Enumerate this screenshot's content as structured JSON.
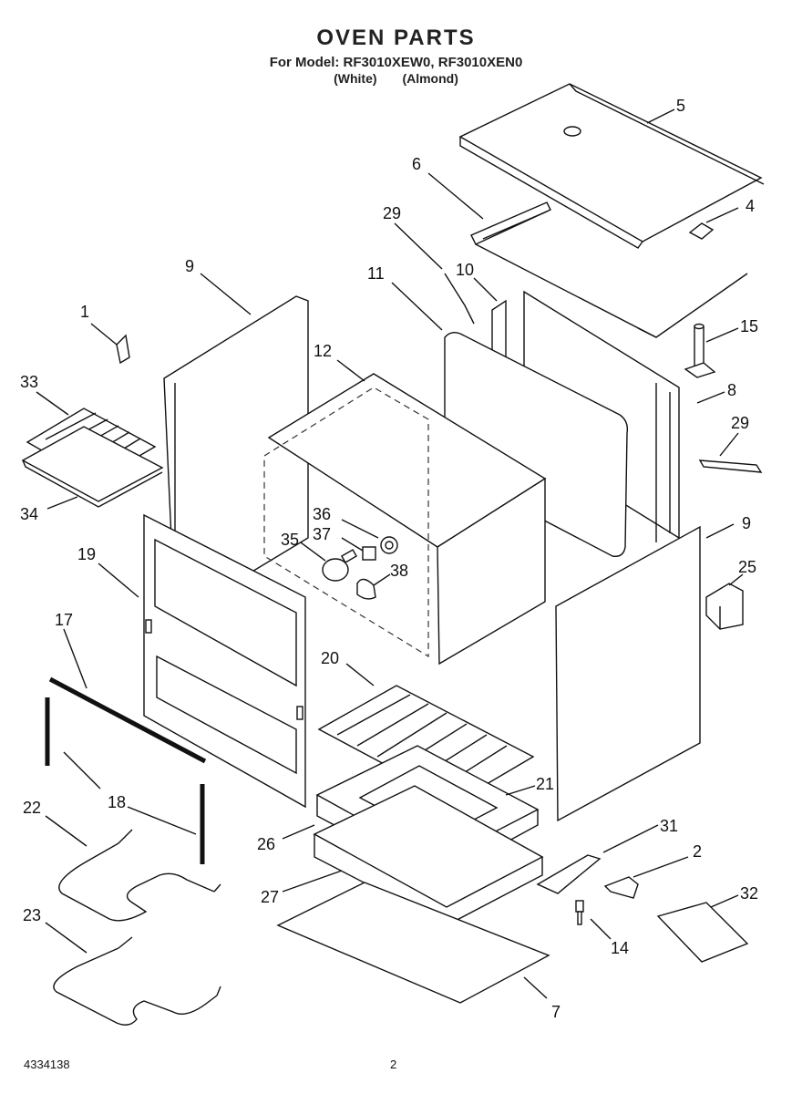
{
  "header": {
    "title": "OVEN PARTS",
    "model_line": "For Model: RF3010XEW0, RF3010XEN0",
    "variant_white": "(White)",
    "variant_almond": "(Almond)"
  },
  "footer": {
    "doc_number": "4334138",
    "page_number": "2"
  },
  "callouts": [
    "1",
    "2",
    "4",
    "5",
    "6",
    "7",
    "8",
    "9",
    "9",
    "10",
    "11",
    "12",
    "14",
    "15",
    "17",
    "18",
    "19",
    "20",
    "21",
    "22",
    "23",
    "25",
    "26",
    "27",
    "29",
    "29",
    "31",
    "32",
    "33",
    "34",
    "35",
    "36",
    "37",
    "38"
  ]
}
